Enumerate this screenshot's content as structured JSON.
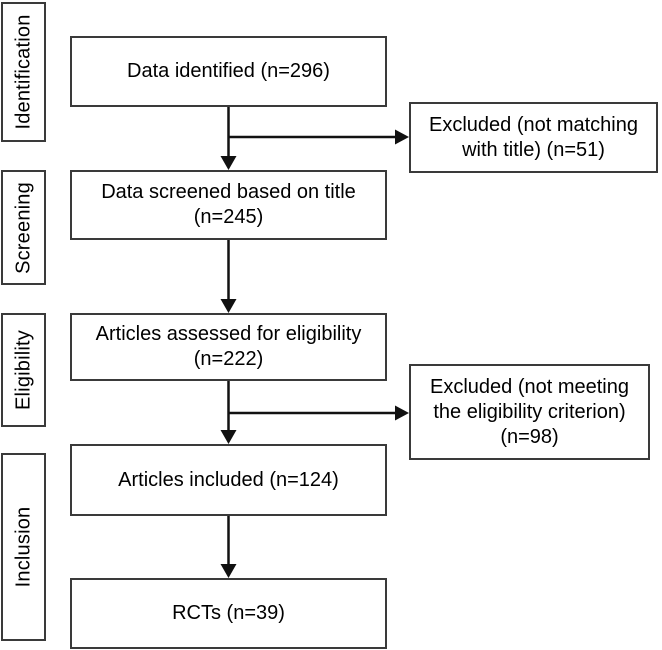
{
  "diagram": {
    "background_color": "#ffffff",
    "box_border_color": "#3a3a3a",
    "arrow_color": "#111111",
    "text_color": "#000000"
  },
  "stages": [
    {
      "label": "Identification"
    },
    {
      "label": "Screening"
    },
    {
      "label": "Eligibility"
    },
    {
      "label": "Inclusion"
    }
  ],
  "boxes": {
    "identified": {
      "line1": "Data identified (n=296)",
      "count": 296
    },
    "excluded_title": {
      "line1": "Excluded (not matching",
      "line2": "with title) (n=51)",
      "count": 51
    },
    "screened": {
      "line1": "Data screened based on title",
      "line2": "(n=245)",
      "count": 245
    },
    "assessed": {
      "line1": "Articles assessed for eligibility",
      "line2": "(n=222)",
      "count": 222
    },
    "excluded_eligibility": {
      "line1": "Excluded (not meeting",
      "line2": "the eligibility criterion)",
      "line3": "(n=98)",
      "count": 98
    },
    "included": {
      "line1": "Articles included (n=124)",
      "count": 124
    },
    "rcts": {
      "line1": "RCTs (n=39)",
      "count": 39
    }
  }
}
